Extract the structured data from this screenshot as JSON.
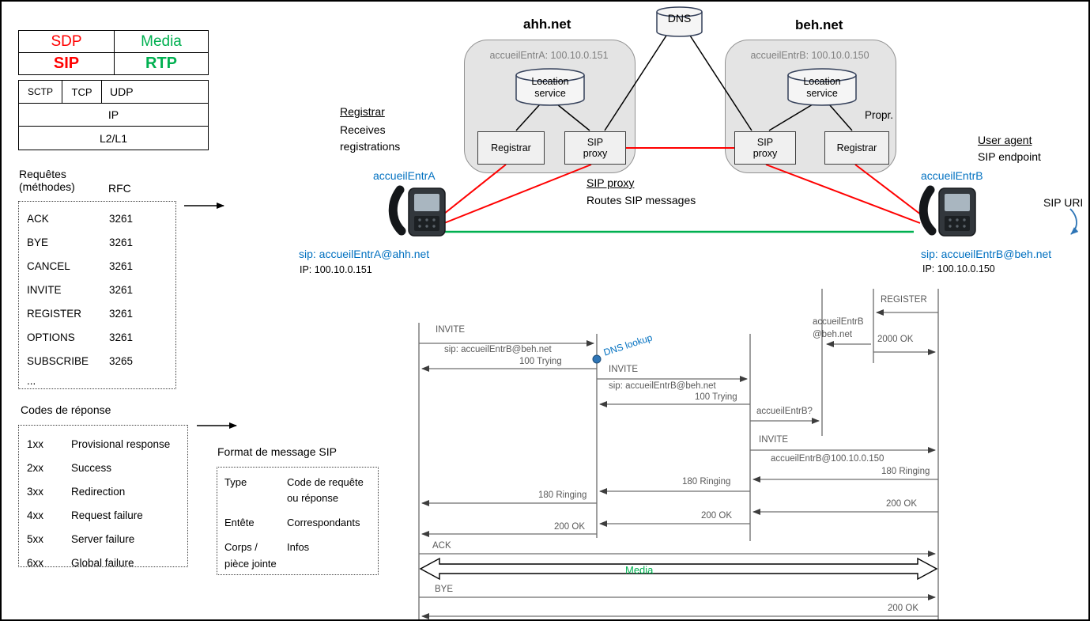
{
  "stack": {
    "sdp": "SDP",
    "media": "Media",
    "sip": "SIP",
    "rtp": "RTP",
    "sctp": "SCTP",
    "tcp": "TCP",
    "udp": "UDP",
    "ip": "IP",
    "l2l1": "L2/L1"
  },
  "requests": {
    "header_methods": "Requêtes (méthodes)",
    "header_rfc": "RFC",
    "rows": [
      {
        "m": "ACK",
        "rfc": "3261"
      },
      {
        "m": "BYE",
        "rfc": "3261"
      },
      {
        "m": "CANCEL",
        "rfc": "3261"
      },
      {
        "m": "INVITE",
        "rfc": "3261"
      },
      {
        "m": "REGISTER",
        "rfc": "3261"
      },
      {
        "m": "OPTIONS",
        "rfc": "3261"
      },
      {
        "m": "SUBSCRIBE",
        "rfc": "3265"
      }
    ],
    "more": "..."
  },
  "responses": {
    "title": "Codes de réponse",
    "rows": [
      {
        "code": "1xx",
        "desc": "Provisional response"
      },
      {
        "code": "2xx",
        "desc": "Success"
      },
      {
        "code": "3xx",
        "desc": "Redirection"
      },
      {
        "code": "4xx",
        "desc": "Request failure"
      },
      {
        "code": "5xx",
        "desc": "Server failure"
      },
      {
        "code": "6xx",
        "desc": "Global failure"
      }
    ]
  },
  "format": {
    "title": "Format de message SIP",
    "rows": [
      {
        "k": "Type",
        "v": "Code de requête ou réponse"
      },
      {
        "k": "Entête",
        "v": "Correspondants"
      },
      {
        "k": "Corps / pièce jointe",
        "v": "Infos"
      }
    ]
  },
  "network": {
    "dns": "DNS",
    "ahh": {
      "title": "ahh.net",
      "host": "accueilEntrA: 100.10.0.151",
      "location": "Location service",
      "registrar": "Registrar",
      "proxy": "SIP proxy"
    },
    "beh": {
      "title": "beh.net",
      "host": "accueilEntrB: 100.10.0.150",
      "location": "Location service",
      "registrar": "Registrar",
      "proxy": "SIP proxy",
      "propr": "Propr."
    },
    "registrar_note_title": "Registrar",
    "registrar_note_desc": "Receives registrations",
    "proxy_note_title": "SIP proxy",
    "proxy_note_desc": "Routes SIP messages",
    "ua_note_title": "User agent",
    "ua_note_desc": "SIP endpoint",
    "sip_uri_label": "SIP URI",
    "phone_a": {
      "name": "accueilEntrA",
      "uri": "sip: accueilEntrA@ahh.net",
      "ip": "IP: 100.10.0.151"
    },
    "phone_b": {
      "name": "accueilEntrB",
      "uri": "sip: accueilEntrB@beh.net",
      "ip": "IP: 100.10.0.150"
    }
  },
  "sequence": {
    "register": "REGISTER",
    "binding_line1": "accueilEntrB",
    "binding_line2": "@beh.net",
    "register_ok": "2000 OK",
    "invite_a": "INVITE",
    "invite_a_uri": "sip: accueilEntrB@beh.net",
    "dns_lookup": "DNS lookup",
    "trying_a": "100 Trying",
    "invite_b": "INVITE",
    "invite_b_uri": "sip: accueilEntrB@beh.net",
    "trying_b": "100 Trying",
    "location_query": "accueilEntrB?",
    "invite_c": "INVITE",
    "invite_c_uri": "accueilEntrB@100.10.0.150",
    "ringing_c": "180 Ringing",
    "ringing_b": "180 Ringing",
    "ringing_a": "180 Ringing",
    "ok_c": "200 OK",
    "ok_b": "200 OK",
    "ok_a": "200 OK",
    "ack": "ACK",
    "media": "Media",
    "bye": "BYE",
    "bye_ok": "200 OK"
  },
  "colors": {
    "red": "#FF0000",
    "green": "#00B050",
    "blue": "#0070C0",
    "gray_text": "#595959"
  }
}
